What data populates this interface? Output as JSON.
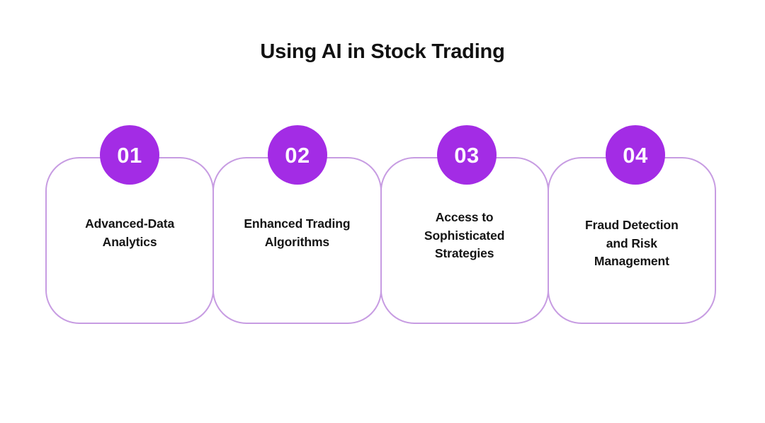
{
  "page": {
    "background_color": "#ffffff",
    "title": "Using AI in Stock Trading"
  },
  "theme": {
    "badge_fill": "#a32ce5",
    "badge_text_color": "#ffffff",
    "card_border_color": "#c79ce2",
    "card_text_color": "#141414",
    "title_color": "#111111"
  },
  "cards": [
    {
      "number": "01",
      "title": "Advanced-Data Analytics",
      "lines": [
        "Advanced-Data",
        "Analytics"
      ],
      "line_count": 2
    },
    {
      "number": "02",
      "title": "Enhanced Trading Algorithms",
      "lines": [
        "Enhanced Trading",
        "Algorithms"
      ],
      "line_count": 2
    },
    {
      "number": "03",
      "title": "Access to Sophisticated Strategies",
      "lines": [
        "Access to",
        "Sophisticated",
        "Strategies"
      ],
      "line_count": 3
    },
    {
      "number": "04",
      "title": "Fraud Detection and Risk Management",
      "lines": [
        "Fraud Detection",
        "and Risk",
        "Management"
      ],
      "line_count": 3
    }
  ]
}
